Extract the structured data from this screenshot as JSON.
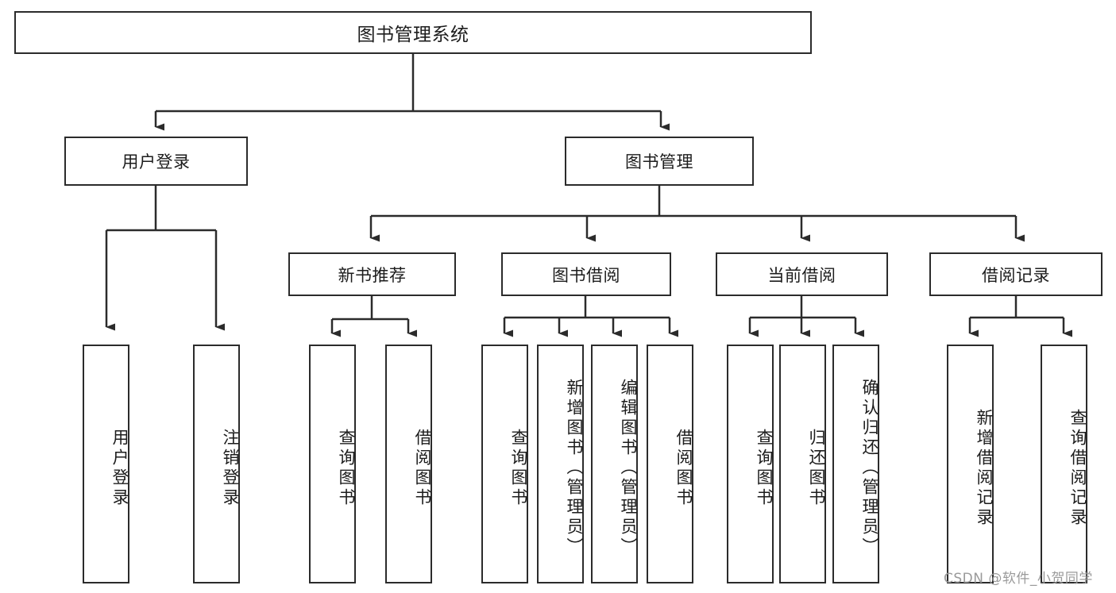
{
  "diagram": {
    "type": "tree-hierarchy",
    "title": "图书管理系统",
    "root": {
      "id": "root",
      "label": "图书管理系统",
      "level": 0
    },
    "level1": [
      {
        "id": "user-login",
        "label": "用户登录",
        "orientation": "horizontal"
      },
      {
        "id": "book-manage",
        "label": "图书管理",
        "orientation": "horizontal"
      }
    ],
    "level2": [
      {
        "id": "new-book-recommend",
        "label": "新书推荐",
        "parent": "book-manage",
        "orientation": "horizontal"
      },
      {
        "id": "book-borrow",
        "label": "图书借阅",
        "parent": "book-manage",
        "orientation": "horizontal"
      },
      {
        "id": "current-borrow",
        "label": "当前借阅",
        "parent": "book-manage",
        "orientation": "horizontal"
      },
      {
        "id": "borrow-record",
        "label": "借阅记录",
        "parent": "book-manage",
        "orientation": "horizontal"
      }
    ],
    "leaves": [
      {
        "id": "leaf-user-login",
        "label": "用户登录",
        "parent": "user-login",
        "orientation": "vertical"
      },
      {
        "id": "leaf-logout-login",
        "label": "注销登录",
        "parent": "user-login",
        "orientation": "vertical"
      },
      {
        "id": "leaf-query-book-1",
        "label": "查询图书",
        "parent": "new-book-recommend",
        "orientation": "vertical"
      },
      {
        "id": "leaf-borrow-book-1",
        "label": "借阅图书",
        "parent": "new-book-recommend",
        "orientation": "vertical"
      },
      {
        "id": "leaf-query-book-2",
        "label": "查询图书",
        "parent": "book-borrow",
        "orientation": "vertical"
      },
      {
        "id": "leaf-add-book",
        "label": "新增图书（管理员）",
        "parent": "book-borrow",
        "orientation": "vertical"
      },
      {
        "id": "leaf-edit-book",
        "label": "编辑图书（管理员）",
        "parent": "book-borrow",
        "orientation": "vertical"
      },
      {
        "id": "leaf-borrow-book-2",
        "label": "借阅图书",
        "parent": "book-borrow",
        "orientation": "vertical"
      },
      {
        "id": "leaf-query-book-3",
        "label": "查询图书",
        "parent": "current-borrow",
        "orientation": "vertical"
      },
      {
        "id": "leaf-return-book",
        "label": "归还图书",
        "parent": "current-borrow",
        "orientation": "vertical"
      },
      {
        "id": "leaf-confirm-return",
        "label": "确认归还（管理员）",
        "parent": "current-borrow",
        "orientation": "vertical"
      },
      {
        "id": "leaf-add-record",
        "label": "新增借阅记录",
        "parent": "borrow-record",
        "orientation": "vertical"
      },
      {
        "id": "leaf-query-record",
        "label": "查询借阅记录",
        "parent": "borrow-record",
        "orientation": "vertical"
      }
    ],
    "colors": {
      "stroke": "#2b2b2b",
      "fill": "#ffffff",
      "text": "#1c1c1c",
      "watermark": "#9a9a9a"
    }
  },
  "watermark": {
    "text": "CSDN @软件_小贺同学"
  }
}
